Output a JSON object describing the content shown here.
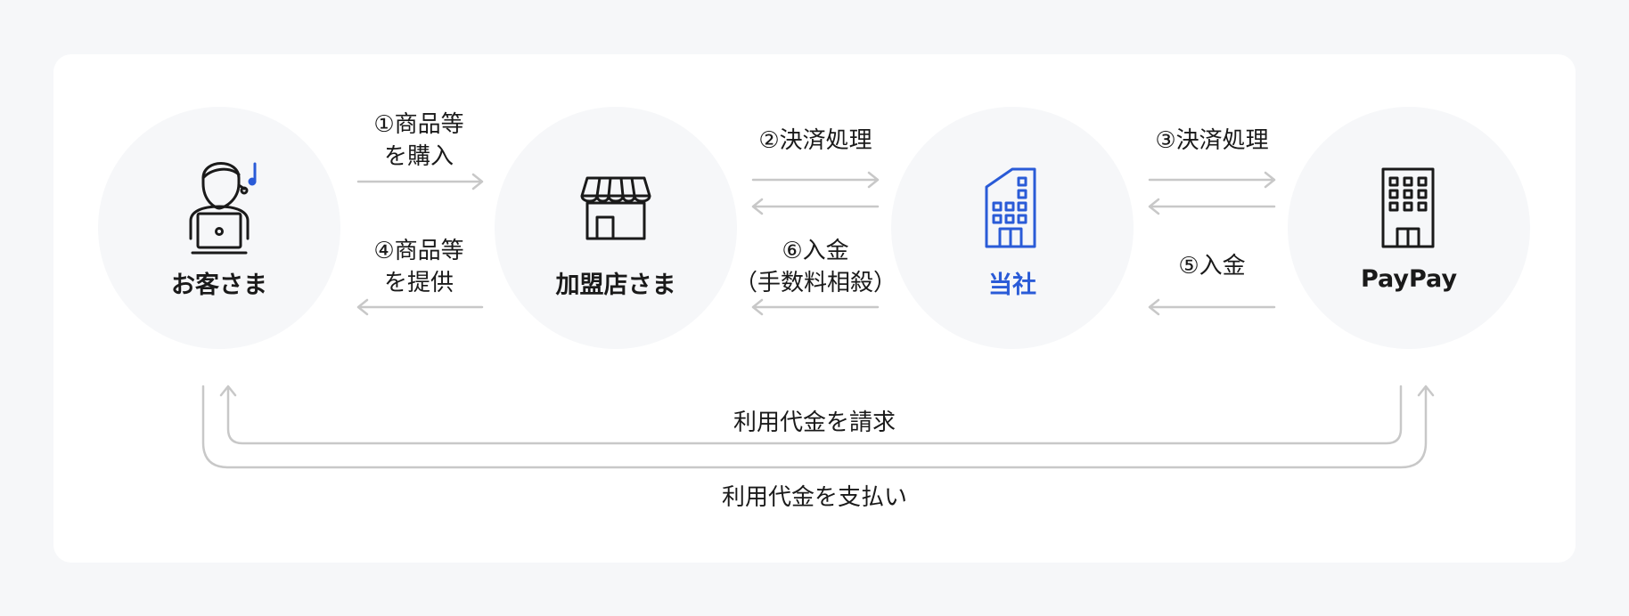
{
  "nodes": {
    "customer": {
      "label": "お客さま",
      "icon": "customer-laptop-icon"
    },
    "merchant": {
      "label": "加盟店さま",
      "icon": "storefront-icon"
    },
    "company": {
      "label": "当社",
      "icon": "office-building-icon",
      "color": "#2a5bd7"
    },
    "paypay": {
      "label": "PayPay",
      "icon": "office-building-icon"
    }
  },
  "flows": {
    "step1": "①商品等\nを購入",
    "step2": "②決済処理",
    "step3": "③決済処理",
    "step4": "④商品等\nを提供",
    "step5": "⑤入金",
    "step6": "⑥入金\n（手数料相殺）"
  },
  "bottom": {
    "billing": "利用代金を請求",
    "payment": "利用代金を支払い"
  },
  "colors": {
    "accent": "#2a5bd7",
    "arrow": "#c8c8c8",
    "node_bg": "#f6f7f9",
    "page_bg": "#f6f7f9",
    "card_bg": "#ffffff"
  }
}
